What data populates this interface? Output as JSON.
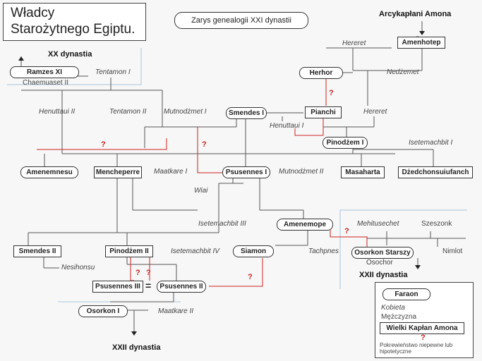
{
  "title": {
    "line1": "Władcy",
    "line2": "Starożytnego Egiptu."
  },
  "subtitle": "Zarys genealogii XXI dynastii",
  "headers": {
    "amun": "Arcykapłani Amona",
    "dyn20": "XX dynastia",
    "dyn22_right": "XXII dynastia",
    "dyn22_bottom": "XXII dynastia"
  },
  "pharaohs": {
    "ramzes": "Ramzes XI",
    "smendes1": "Smendes I",
    "psusennes1": "Psusennes I",
    "amenemope": "Amenemope",
    "siamon": "Siamon",
    "osorkon_starszy": "Osorkon Starszy",
    "psusennes2": "Psusennes II",
    "osorkon1": "Osorkon I"
  },
  "priests": {
    "amenhotep": "Amenhotep",
    "pianchi": "Pianchi",
    "pinodzem1": "Pinodżem I",
    "amenemnesu": "Amenemnesu",
    "mencheperre": "Mencheperre",
    "masaharta": "Masaharta",
    "dzedchonsu": "Dżedchonsuiufanch",
    "smendes2": "Smendes II",
    "pinodzem2": "Pinodżem II",
    "psusennes3": "Psusennes III"
  },
  "herhor": "Herhor",
  "women": {
    "hereret_top": "Hereret",
    "nedzemet": "Nedżemet",
    "tentamon1": "Tentamon I",
    "henuttaui2": "Henuttaui II",
    "tentamon2": "Tentamon II",
    "mutnodzmet1": "Mutnodżmet I",
    "henuttaui1": "Henuttaui I",
    "hereret": "Hereret",
    "isetemachbit1": "Isetemachbit I",
    "maatkare1": "Maatkare I",
    "mutnodzmet2": "Mutnodżmet II",
    "isetemachbit3": "Isetemachbit III",
    "mehitusechet": "Mehitusechet",
    "isetemachbit4": "Isetemachbit IV",
    "tachpnes": "Tachpnes",
    "maatkare2": "Maatkare II"
  },
  "men": {
    "chaemuaset": "Chaemuaset II",
    "wiai": "Wiai",
    "szeszonk": "Szeszonk",
    "nimlot": "Nimlot",
    "nesihonsu": "Nesihonsu",
    "osochor": "Osochor"
  },
  "marks": {
    "q": "?",
    "eq": "="
  },
  "legend": {
    "faraon": "Faraon",
    "kobieta": "Kobieta",
    "mezczyzna": "Mężczyzna",
    "kaplan": "Wielki Kapłan Amona",
    "relation": "Pokrewieństwo niepewne lub hipotetyczne",
    "q": "?"
  },
  "colors": {
    "line": "#555555",
    "uncertain": "#cc2222",
    "divider": "#aac4dd"
  }
}
